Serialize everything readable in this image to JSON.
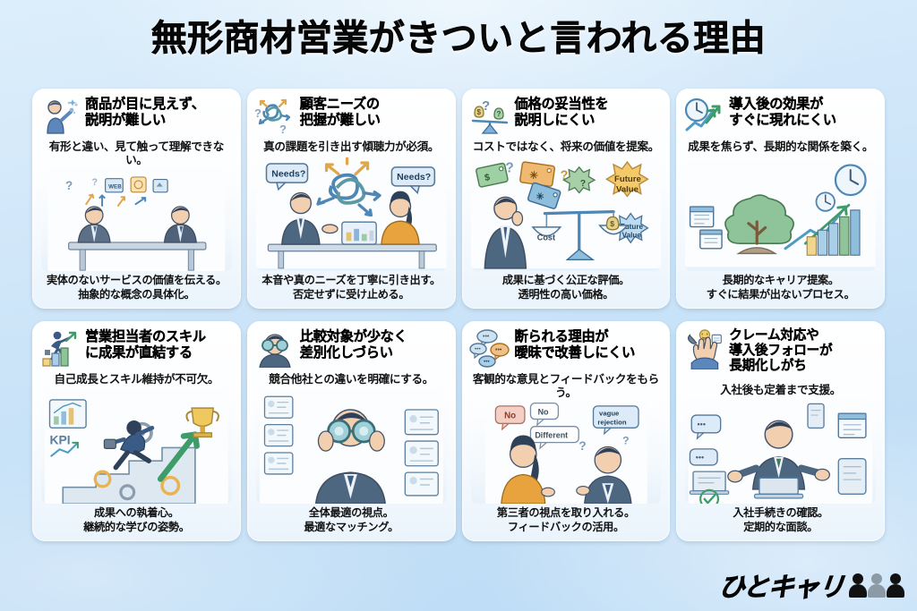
{
  "meta": {
    "title": "無形商材営業がきついと言われる理由",
    "background_color": "#cfe6f9",
    "card_background": "#ffffff"
  },
  "logo": {
    "text": "ひとキャリ",
    "icon": "two-people-icon"
  },
  "cards": [
    {
      "id": "card-1",
      "icon": "person-with-sparkles-icon",
      "heading_lines": [
        "商品が目に見えず、",
        "説明が難しい"
      ],
      "subtitle": "有形と違い、見て触って理解できない。",
      "footer_lines": [
        "実体のないサービスの価値を伝える。",
        "抽象的な概念の具体化。"
      ],
      "illustration": {
        "name": "two-businessmen-at-desk-with-icons",
        "labels": [
          "WEB",
          "?",
          "?"
        ]
      }
    },
    {
      "id": "card-2",
      "icon": "tangled-knot-arrows-icon",
      "heading_lines": [
        "顧客ニーズの",
        "把握が難しい"
      ],
      "subtitle": "真の課題を引き出す傾聴力が必須。",
      "footer_lines": [
        "本音や真のニーズを丁寧に引き出す。",
        "否定せずに受け止める。"
      ],
      "illustration": {
        "name": "client-meeting-across-table",
        "labels": [
          "Needs?",
          "Needs?"
        ]
      }
    },
    {
      "id": "card-3",
      "icon": "balance-scale-money-bags-icon",
      "heading_lines": [
        "価格の妥当性を",
        "説明しにくい"
      ],
      "subtitle": "コストではなく、将来の価値を提案。",
      "footer_lines": [
        "成果に基づく公正な評価。",
        "透明性の高い価格。"
      ],
      "illustration": {
        "name": "man-thinking-with-price-tags-and-scale",
        "labels": [
          "$",
          "?",
          "?",
          "Future Value",
          "Future Value",
          "Cost"
        ]
      }
    },
    {
      "id": "card-4",
      "icon": "clock-with-growth-arrow-icon",
      "heading_lines": [
        "導入後の効果が",
        "すぐに現れにくい"
      ],
      "subtitle": "成果を焦らず、長期的な関係を築く。",
      "footer_lines": [
        "長期的なキャリア提案。",
        "すぐに結果が出ないプロセス。"
      ],
      "illustration": {
        "name": "tree-growth-calendar-and-bar-chart",
        "labels": []
      }
    },
    {
      "id": "card-5",
      "icon": "person-climbing-bar-chart-icon",
      "heading_lines": [
        "営業担当者のスキル",
        "に成果が直結する"
      ],
      "subtitle": "自己成長とスキル維持が不可欠。",
      "footer_lines": [
        "成果への執着心。",
        "継続的な学びの姿勢。"
      ],
      "illustration": {
        "name": "businessman-running-up-stairs-to-trophy",
        "labels": [
          "KPI"
        ]
      }
    },
    {
      "id": "card-6",
      "icon": "man-with-binoculars-icon",
      "heading_lines": [
        "比較対象が少なく",
        "差別化しづらい"
      ],
      "subtitle": "競合他社との違いを明確にする。",
      "footer_lines": [
        "全体最適の視点。",
        "最適なマッチング。"
      ],
      "illustration": {
        "name": "man-with-binoculars-comparing-cards",
        "labels": []
      }
    },
    {
      "id": "card-7",
      "icon": "speech-bubbles-icon",
      "heading_lines": [
        "断られる理由が",
        "曖昧で改善しにくい"
      ],
      "subtitle": "客観的な意見とフィードバックをもらう。",
      "footer_lines": [
        "第三者の視点を取り入れる。",
        "フィードバックの活用。"
      ],
      "illustration": {
        "name": "two-people-with-rejection-bubbles",
        "labels": [
          "No",
          "No",
          "Different",
          "vague rejection",
          "?"
        ]
      }
    },
    {
      "id": "card-8",
      "icon": "phone-complaint-hands-icon",
      "heading_lines": [
        "クレーム対応や",
        "導入後フォローが",
        "長期化しがち"
      ],
      "subtitle": "入社後も定着まで支援。",
      "footer_lines": [
        "入社手続きの確認。",
        "定期的な面談。"
      ],
      "illustration": {
        "name": "man-at-laptop-surrounded-by-devices",
        "labels": []
      }
    }
  ]
}
